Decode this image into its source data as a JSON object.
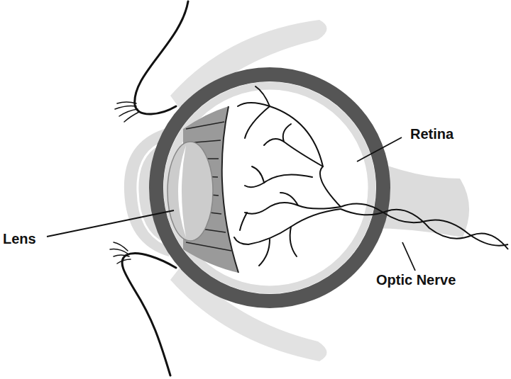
{
  "diagram": {
    "labels": [
      "Retina",
      "Lens",
      "Optic Nerve"
    ]
  }
}
